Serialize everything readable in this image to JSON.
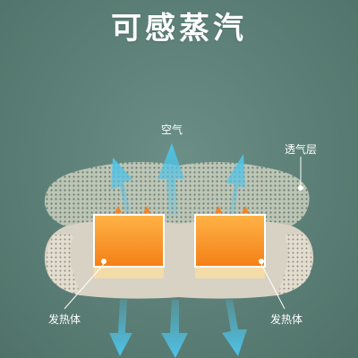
{
  "title": "可感蒸汽",
  "labels": {
    "air": "空气",
    "breathable_layer": "透气层",
    "heater_left": "发热体",
    "heater_right": "发热体"
  },
  "colors": {
    "background": "#5b7f76",
    "arrow": "#4fc3e8",
    "heater": "#f7941d",
    "base_pad": "#d8d2c4",
    "dots_layer": "#bfc9b9"
  }
}
